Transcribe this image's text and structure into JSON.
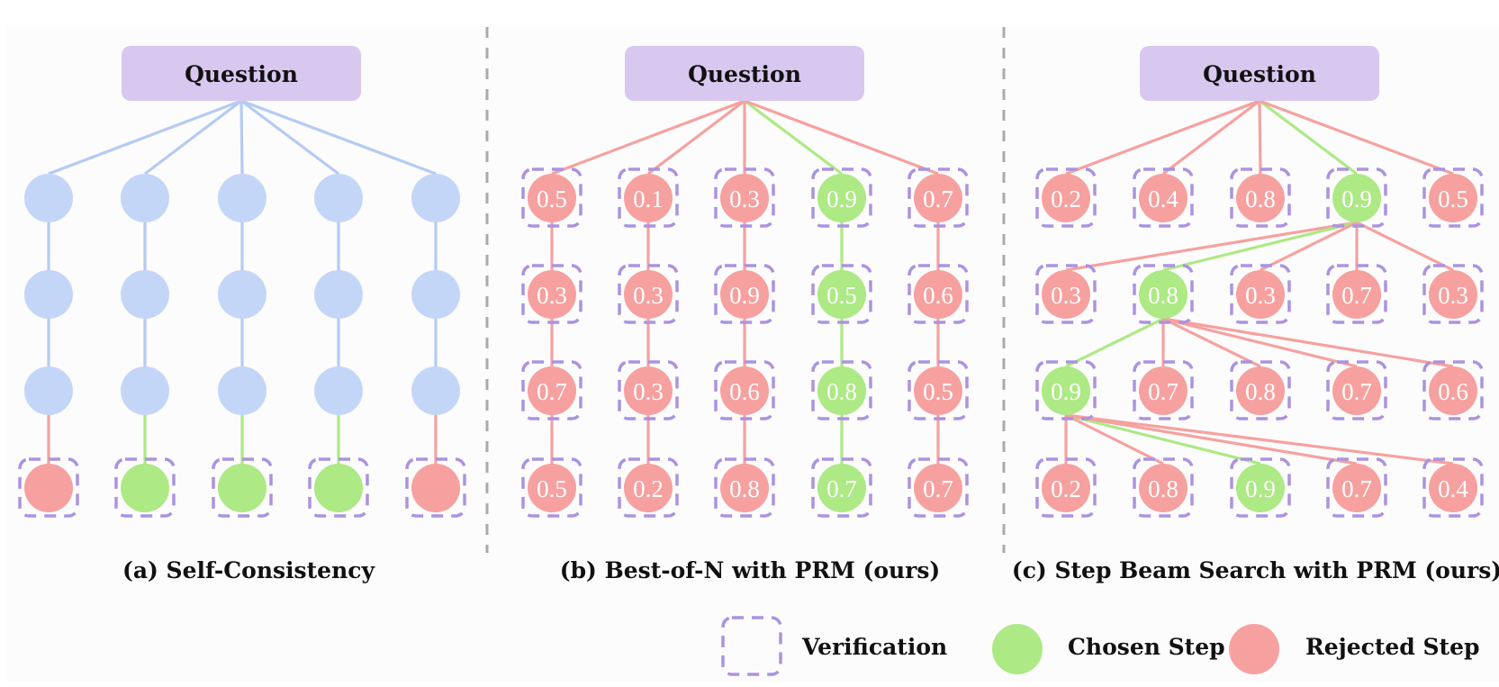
{
  "colors": {
    "question_fill": "#d8c8f0",
    "plain_node": "#c4d6f8",
    "plain_edge": "#b5cbf3",
    "chosen": "#ade984",
    "rejected": "#f6a19f",
    "verification_border": "#ab93e0",
    "divider": "#aaaaaa"
  },
  "panels": [
    {
      "id": "a",
      "question_label": "Question",
      "caption": "(a) Self-Consistency",
      "type": "self-consistency",
      "chains": [
        {
          "final": "rejected"
        },
        {
          "final": "chosen"
        },
        {
          "final": "chosen"
        },
        {
          "final": "chosen"
        },
        {
          "final": "rejected"
        }
      ]
    },
    {
      "id": "b",
      "question_label": "Question",
      "caption": "(b) Best-of-N with PRM (ours)",
      "type": "best-of-n",
      "chosen_chain": 3,
      "chains": [
        [
          "0.5",
          "0.3",
          "0.7",
          "0.5"
        ],
        [
          "0.1",
          "0.3",
          "0.3",
          "0.2"
        ],
        [
          "0.3",
          "0.9",
          "0.6",
          "0.8"
        ],
        [
          "0.9",
          "0.5",
          "0.8",
          "0.7"
        ],
        [
          "0.7",
          "0.6",
          "0.5",
          "0.7"
        ]
      ]
    },
    {
      "id": "c",
      "question_label": "Question",
      "caption": "(c) Step Beam Search with PRM (ours)",
      "type": "beam-search",
      "levels": [
        {
          "values": [
            "0.2",
            "0.4",
            "0.8",
            "0.9",
            "0.5"
          ],
          "chosen": 3,
          "parent": "question"
        },
        {
          "values": [
            "0.3",
            "0.8",
            "0.3",
            "0.7",
            "0.3"
          ],
          "chosen": 1,
          "parent": 3
        },
        {
          "values": [
            "0.9",
            "0.7",
            "0.8",
            "0.7",
            "0.6"
          ],
          "chosen": 0,
          "parent": 1
        },
        {
          "values": [
            "0.2",
            "0.8",
            "0.9",
            "0.7",
            "0.4"
          ],
          "chosen": 2,
          "parent": 0
        }
      ]
    }
  ],
  "legend": {
    "verification": "Verification",
    "chosen": "Chosen Step",
    "rejected": "Rejected Step"
  }
}
